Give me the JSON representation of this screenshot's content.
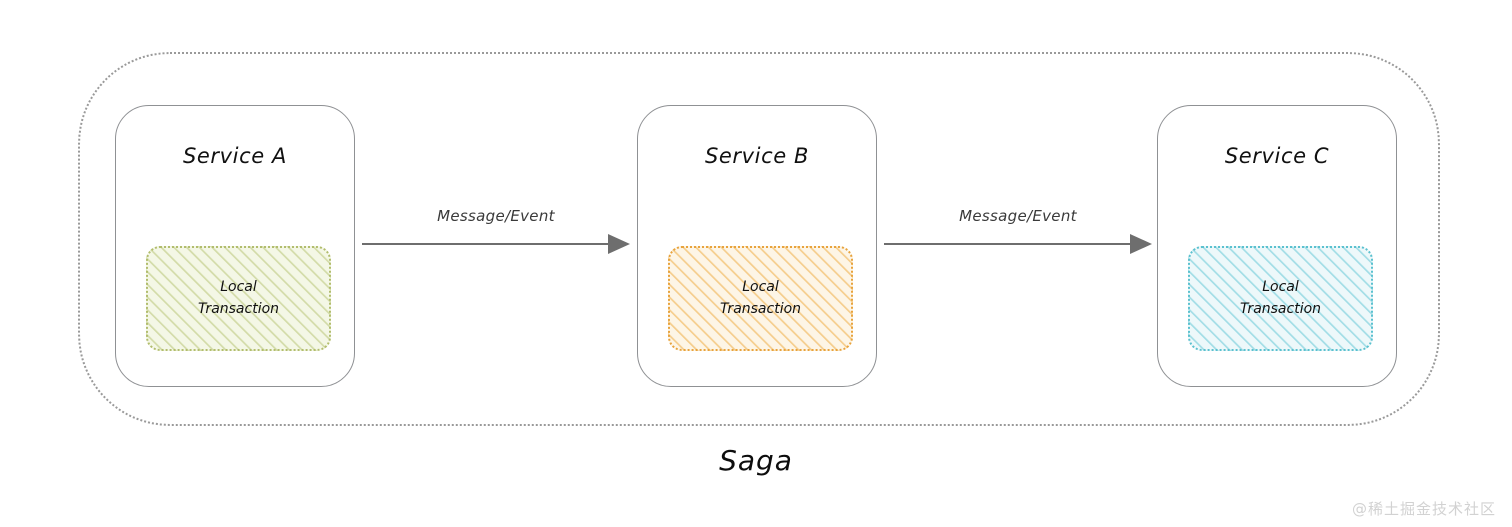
{
  "diagram": {
    "title": "Saga",
    "watermark": "@稀土掘金技术社区",
    "boundary_name": "saga-boundary"
  },
  "services": [
    {
      "id": "service-a",
      "title": "Service A",
      "transaction_label": "Local\nTransaction",
      "accent_color": "#a8bf6a",
      "hatch_color": "#b2bd6e",
      "fill_color": "#f2f5e4"
    },
    {
      "id": "service-b",
      "title": "Service B",
      "transaction_label": "Local\nTransaction",
      "accent_color": "#e8a33d",
      "hatch_color": "#e8a33d",
      "fill_color": "#fdf3e0"
    },
    {
      "id": "service-c",
      "title": "Service C",
      "transaction_label": "Local\nTransaction",
      "accent_color": "#5bc8d8",
      "hatch_color": "#5bc1cf",
      "fill_color": "#e8f6f8"
    }
  ],
  "arrows": [
    {
      "id": "arrow-a-to-b",
      "label": "Message/Event",
      "color": "#6e6e6e"
    },
    {
      "id": "arrow-b-to-c",
      "label": "Message/Event",
      "color": "#6e6e6e"
    }
  ],
  "colors": {
    "boundary": "#9a9a9a",
    "box_stroke": "#8f9194",
    "text": "#111111",
    "arrow": "#6e6e6e",
    "watermark": "#d2d2d2",
    "background": "#ffffff"
  }
}
